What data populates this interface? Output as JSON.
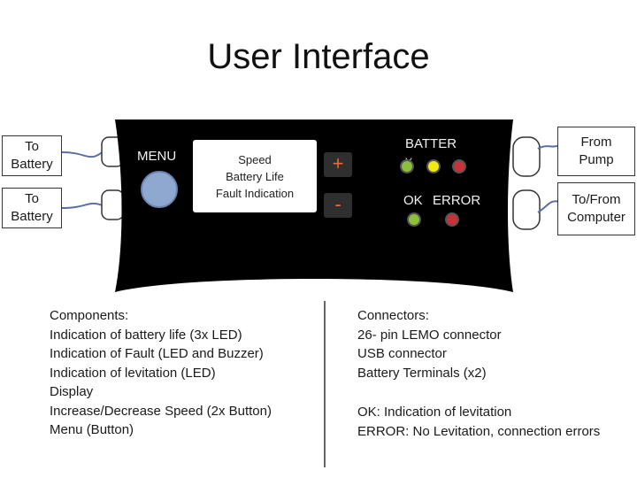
{
  "title": "User Interface",
  "connectors_left": [
    "To\nBattery",
    "To\nBattery"
  ],
  "connectors_right": [
    "From\nPump",
    "To/From\nComputer"
  ],
  "panel": {
    "menu_label": "MENU",
    "display_lines": [
      "Speed",
      "Battery Life",
      "Fault Indication"
    ],
    "plus_label": "+",
    "minus_label": "-",
    "battery_label": "BATTER",
    "battery_letter": "Y",
    "ok_label": "OK",
    "error_label": "ERROR"
  },
  "colors": {
    "panel": "#000000",
    "led_green": "#8bbf3c",
    "led_yellow": "#f2ea12",
    "led_red": "#c8323a",
    "button": "#8fa8cf"
  },
  "components": {
    "heading": "Components:",
    "items": [
      "Indication of battery life (3x LED)",
      "Indication of Fault (LED and Buzzer)",
      "Indication of levitation (LED)",
      "Display",
      "Increase/Decrease Speed (2x Button)",
      "Menu (Button)"
    ]
  },
  "connectors_info": {
    "heading": "Connectors:",
    "items": [
      "26- pin LEMO connector",
      "USB connector",
      "Battery Terminals (x2)"
    ],
    "notes": [
      "OK: Indication of levitation",
      "ERROR: No Levitation, connection errors"
    ]
  }
}
